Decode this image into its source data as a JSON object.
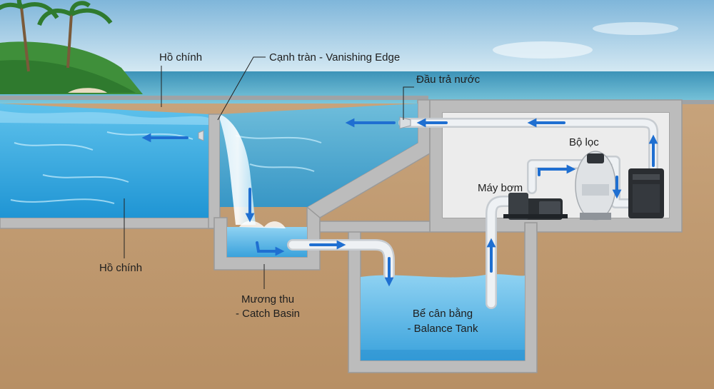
{
  "labels": {
    "ho_chinh_top": "Hồ chính",
    "vanishing_edge": "Cạnh tràn - Vanishing Edge",
    "dau_tra_nuoc": "Đầu trả nước",
    "bo_loc": "Bộ lọc",
    "may_bom": "Máy bơm",
    "ho_chinh_bottom": "Hồ chính",
    "catch_basin_line1": "Mương thu",
    "catch_basin_line2": "- Catch Basin",
    "balance_tank_line1": "Bể cân bằng",
    "balance_tank_line2": "- Balance Tank"
  },
  "colors": {
    "sky_top": "#7fb6da",
    "sky_bottom": "#d5e9f3",
    "sea": "#4fa8c6",
    "pool_water": "#2fa6dc",
    "pool_water_light": "#8fd6f3",
    "concrete": "#b8b8b8",
    "concrete_dark": "#8e8e8e",
    "soil": "#c9a57e",
    "room_wall": "#e9e9e9",
    "pipe": "#e4e8ec",
    "flow_arrow": "#1f6fd1",
    "palm_green": "#3f8f3a"
  },
  "icons": [
    "flow-arrow-icon",
    "pump-icon",
    "filter-icon",
    "heater-icon",
    "return-nozzle-icon"
  ]
}
